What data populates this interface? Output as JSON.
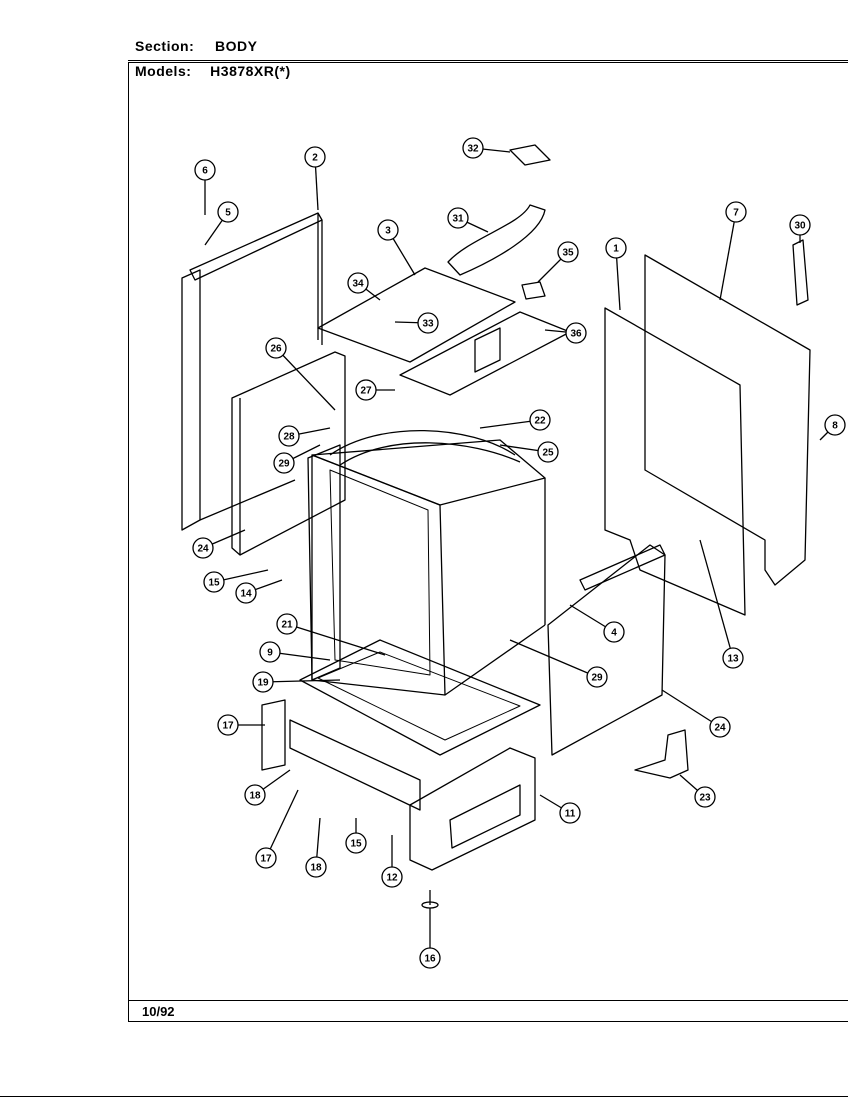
{
  "header": {
    "section_label": "Section:",
    "section_value": "BODY",
    "models_label": "Models:",
    "models_value": "H3878XR(*)"
  },
  "footer": {
    "date": "10/92"
  },
  "callouts": [
    "1",
    "2",
    "3",
    "4",
    "5",
    "6",
    "7",
    "8",
    "9",
    "11",
    "12",
    "13",
    "14",
    "15",
    "16",
    "17",
    "18",
    "19",
    "21",
    "22",
    "23",
    "24",
    "25",
    "26",
    "27",
    "28",
    "29",
    "30",
    "31",
    "32",
    "33",
    "34",
    "35",
    "36"
  ]
}
